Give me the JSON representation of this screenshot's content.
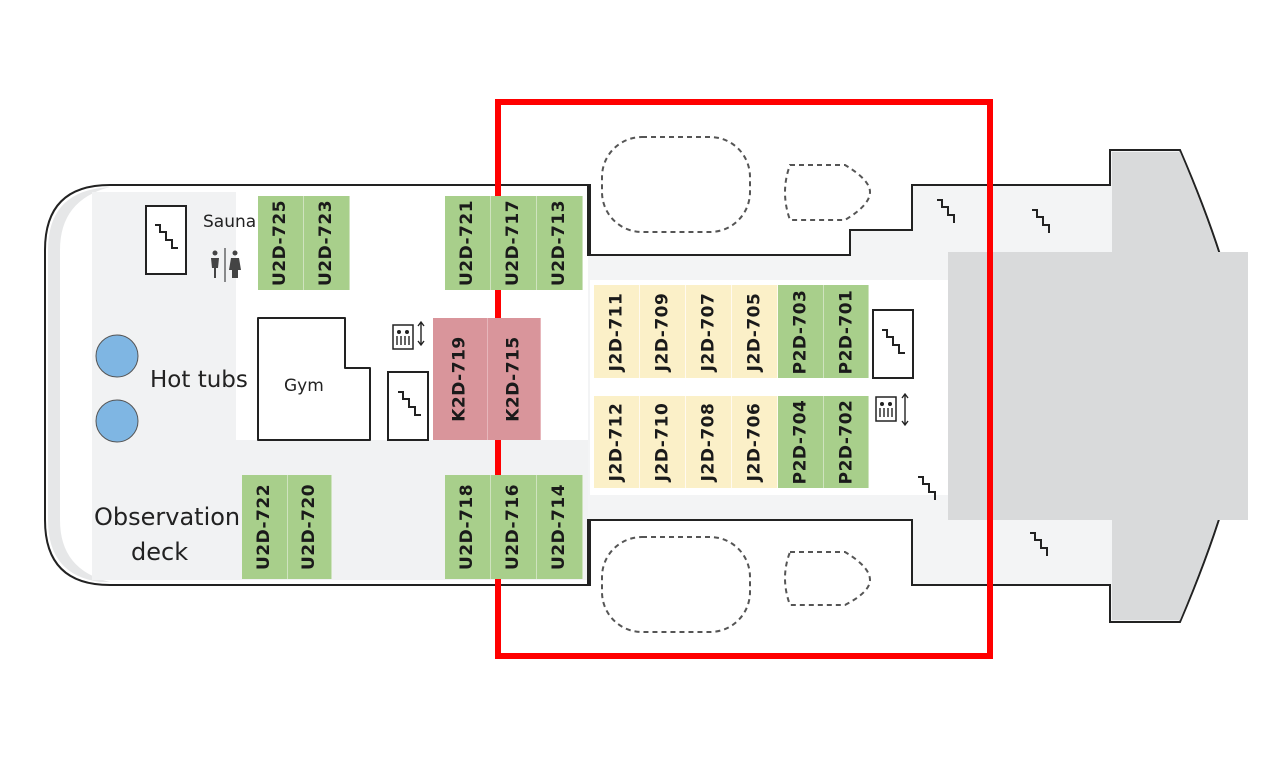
{
  "labels": {
    "sauna": "Sauna",
    "hot_tubs": "Hot tubs",
    "gym": "Gym",
    "observation_deck_line1": "Observation",
    "observation_deck_line2": "deck"
  },
  "cabins": {
    "top_aft": [
      "U2D-725",
      "U2D-723"
    ],
    "top_mid": [
      "U2D-721",
      "U2D-717",
      "U2D-713"
    ],
    "centre_pink": [
      "K2D-719",
      "K2D-715"
    ],
    "bottom_aft": [
      "U2D-722",
      "U2D-720"
    ],
    "bottom_mid": [
      "U2D-718",
      "U2D-716",
      "U2D-714"
    ],
    "fwd_row1": [
      "J2D-711",
      "J2D-709",
      "J2D-707",
      "J2D-705",
      "P2D-703",
      "P2D-701"
    ],
    "fwd_row2": [
      "J2D-712",
      "J2D-710",
      "J2D-708",
      "J2D-706",
      "P2D-704",
      "P2D-702"
    ]
  },
  "colors": {
    "cabin_green": "#a8cf8b",
    "cabin_pink": "#d9959b",
    "cabin_yellow": "#fbf0c8",
    "hull_grey": "#e6e7e8",
    "deck_light": "#f3f4f5",
    "hot_tub_blue": "#7fb6e3",
    "highlight_red": "#ff0000"
  },
  "icons": [
    "stairs-icon",
    "restroom-icon",
    "elevator-icon",
    "lifeboat-outline"
  ]
}
